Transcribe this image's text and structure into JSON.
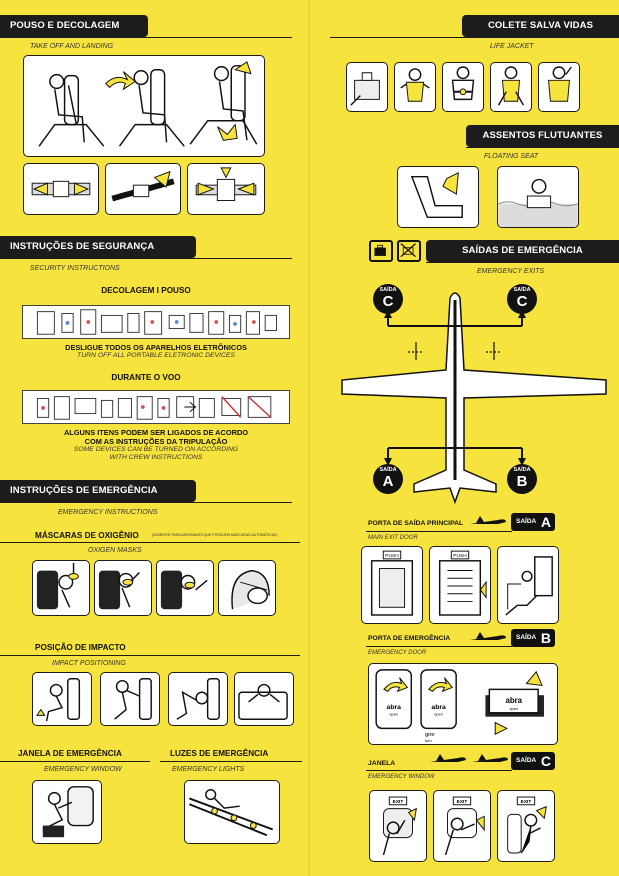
{
  "left": {
    "takeoff": {
      "title": "POUSO E DECOLAGEM",
      "subtitle": "TAKE OFF AND LANDING"
    },
    "security": {
      "title": "INSTRUÇÕES DE SEGURANÇA",
      "subtitle": "SECURITY INSTRUCTIONS",
      "takeoff_label": "DECOLAGEM I POUSO",
      "devices_off": "DESLIGUE TODOS OS APARELHOS ELETRÔNICOS",
      "devices_off_en": "TURN OFF ALL PORTABLE ELETRONIC DEVICES",
      "flight_label": "DURANTE O VOO",
      "devices_on_1": "ALGUNS ITENS PODEM SER LIGADOS DE ACORDO",
      "devices_on_2": "COM AS INSTRUÇÕES DA TRIPULAÇÃO",
      "devices_on_en_1": "SOME DEVICES CAN BE TURNED ON ACCORDING",
      "devices_on_en_2": "WITH CREW INSTRUCTIONS"
    },
    "emergency": {
      "title": "INSTRUÇÕES DE EMERGÊNCIA",
      "subtitle": "EMERGENCY INSTRUCTIONS",
      "masks": "MÁSCARAS DE OXIGÊNIO",
      "masks_note": "(SOMENTE PARA AERONAVES QUE POSSUEM MÁSCARAS AUTOMÁTICAS)",
      "masks_en": "OXIGEN MASKS",
      "impact": "POSIÇÃO DE IMPACTO",
      "impact_en": "IMPACT POSITIONING",
      "window": "JANELA DE EMERGÊNCIA",
      "window_en": "EMERGENCY WINDOW",
      "lights": "LUZES DE EMERGÊNCIA",
      "lights_en": "EMERGENCY LIGHTS"
    }
  },
  "right": {
    "lifejacket": {
      "title": "COLETE SALVA VIDAS",
      "subtitle": "LIFE JACKET"
    },
    "floating": {
      "title": "ASSENTOS FLUTUANTES",
      "subtitle": "FLOATING SEAT"
    },
    "exits": {
      "title": "SAÍDAS DE EMERGÊNCIA",
      "subtitle": "EMERGENCY EXITS",
      "saida": "SAÍDA",
      "letters": [
        "C",
        "C",
        "A",
        "B"
      ]
    },
    "main_door": {
      "title": "PORTA DE SAÍDA PRINCIPAL",
      "subtitle": "MAIN EXIT DOOR",
      "badge": "SAÍDA",
      "letter": "A",
      "push": "PUSH"
    },
    "emergency_door": {
      "title": "PORTA DE EMERGÊNCIA",
      "subtitle": "EMERGENCY DOOR",
      "badge": "SAÍDA",
      "letter": "B",
      "abra": "abra",
      "open": "open",
      "gire": "gire",
      "turn": "turn"
    },
    "window": {
      "title": "JANELA",
      "subtitle": "EMERGENCY WINDOW",
      "badge": "SAÍDA",
      "letter": "C",
      "exit": "EXIT"
    }
  }
}
